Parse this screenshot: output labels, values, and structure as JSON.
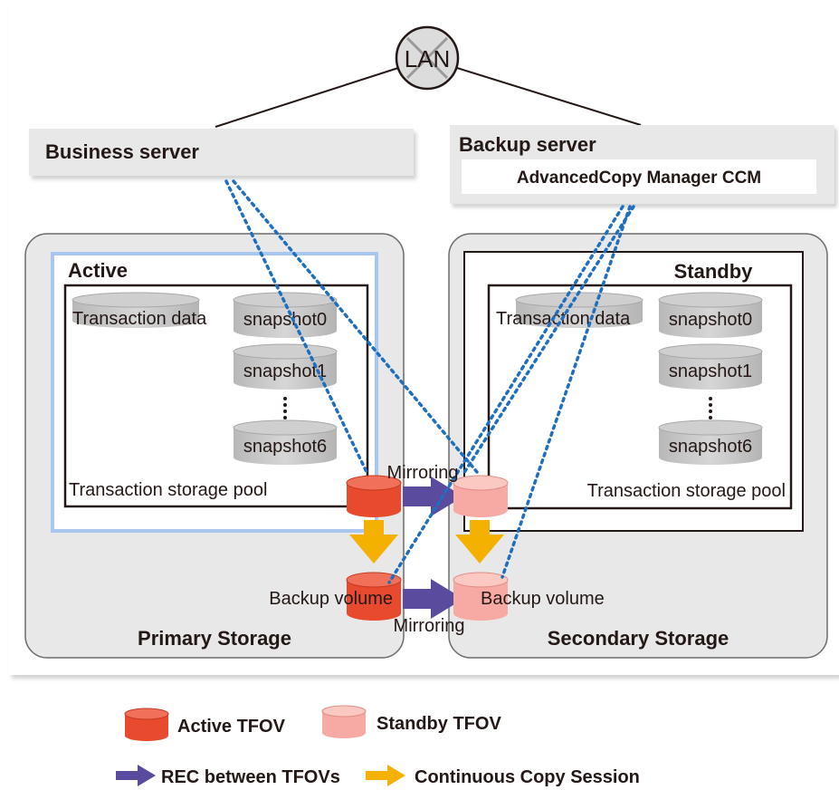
{
  "network": {
    "label": "LAN"
  },
  "servers": {
    "business": {
      "label": "Business server"
    },
    "backup": {
      "label": "Backup server",
      "software": "AdvancedCopy Manager CCM"
    }
  },
  "storages": {
    "primary": {
      "label": "Primary Storage",
      "role": "Active",
      "pool_data": "Transaction data",
      "snapshots": [
        "snapshot0",
        "snapshot1",
        "snapshot6"
      ],
      "pool_label": "Transaction storage pool",
      "backup_label": "Backup volume"
    },
    "secondary": {
      "label": "Secondary Storage",
      "role": "Standby",
      "pool_data": "Transaction data",
      "snapshots": [
        "snapshot0",
        "snapshot1",
        "snapshot6"
      ],
      "pool_label": "Transaction storage pool",
      "backup_label": "Backup volume"
    }
  },
  "flows": {
    "mirroring_top": "Mirroring",
    "mirroring_bottom": "Mirroring"
  },
  "legend": {
    "active_tfov": "Active TFOV",
    "standby_tfov": "Standby TFOV",
    "rec": "REC between TFOVs",
    "ccs": "Continuous Copy Session"
  },
  "colors": {
    "active_tfov": "#e84a2e",
    "standby_tfov": "#f7aaa3",
    "rec_arrow": "#5b4b9e",
    "ccs_arrow": "#f5b100",
    "storage_bg": "#e8e8e8",
    "active_border": "#a9c6ee",
    "connection_line": "#1f6fc0"
  }
}
